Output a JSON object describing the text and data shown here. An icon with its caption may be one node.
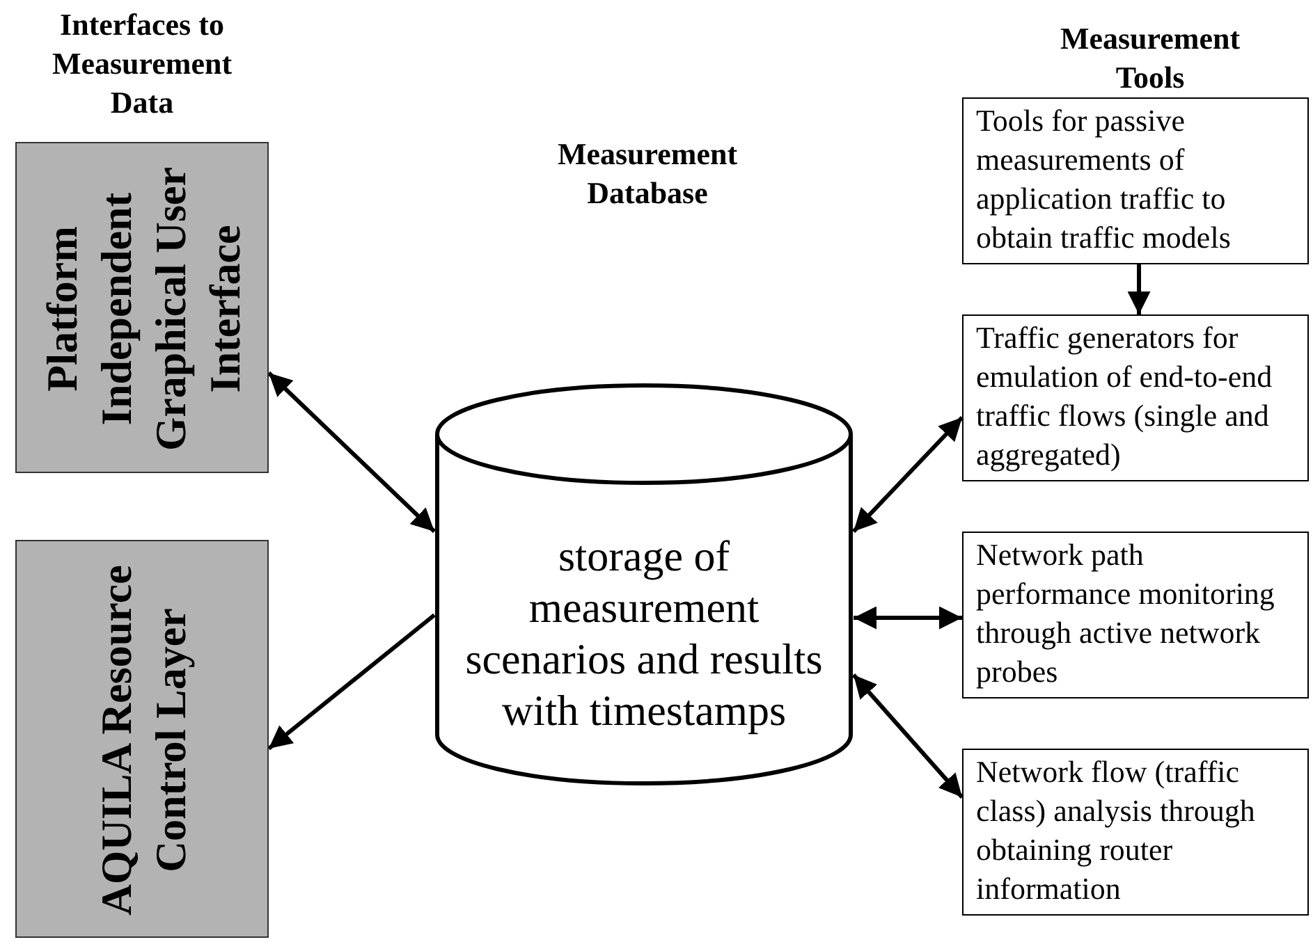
{
  "diagram": {
    "nodes": [
      {
        "text": [
          "Platform Independent Graphical User Interface"
        ]
      },
      {
        "text": [
          "AQUILA Resource Control Layer"
        ]
      },
      {
        "text": [
          "storage of measurement scenarios and results with timestamps"
        ]
      },
      {
        "text": [
          "Tools for passive measurements of application traffic to obtain traffic models"
        ]
      },
      {
        "text": [
          "Traffic generators for emulation of end-to-end traffic flows (single and aggregated)"
        ]
      },
      {
        "text": [
          "Network path performance monitoring through active network probes"
        ]
      },
      {
        "text": [
          "Network flow (traffic class) analysis through obtaining router information"
        ]
      }
    ],
    "edges": [
      {
        "from": 0,
        "to": 2,
        "arrow": "both"
      },
      {
        "from": 2,
        "to": 1,
        "arrow": "to"
      },
      {
        "from": 3,
        "to": 4,
        "arrow": "to"
      },
      {
        "from": 2,
        "to": 4,
        "arrow": "both"
      },
      {
        "from": 2,
        "to": 5,
        "arrow": "both"
      },
      {
        "from": 2,
        "to": 6,
        "arrow": "both"
      }
    ],
    "labels": [
      "Interfaces to Measurement Data",
      "Measurement Database",
      "Measurement Tools"
    ]
  }
}
